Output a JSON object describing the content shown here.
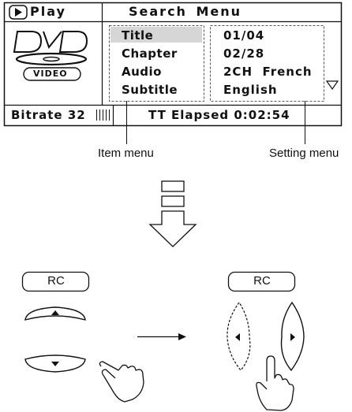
{
  "osd": {
    "play_label": "Play",
    "menu_title": "Search Menu",
    "logo_text": "VIDEO",
    "items": [
      "Title",
      "Chapter",
      "Audio",
      "Subtitle"
    ],
    "settings": [
      "01/04",
      "02/28",
      "2CH  French",
      "English"
    ],
    "bitrate_label": "Bitrate 32",
    "elapsed": "TT Elapsed 0:02:54"
  },
  "captions": {
    "item_menu": "Item menu",
    "setting_menu": "Setting menu"
  },
  "remote": {
    "left_label": "RC",
    "right_label": "RC"
  },
  "icons": [
    "play-icon",
    "dvd-video-logo",
    "scroll-down-icon",
    "down-arrow-icon",
    "up-button-icon",
    "down-button-icon",
    "left-button-icon",
    "right-button-icon",
    "hand-pointer-icon"
  ]
}
